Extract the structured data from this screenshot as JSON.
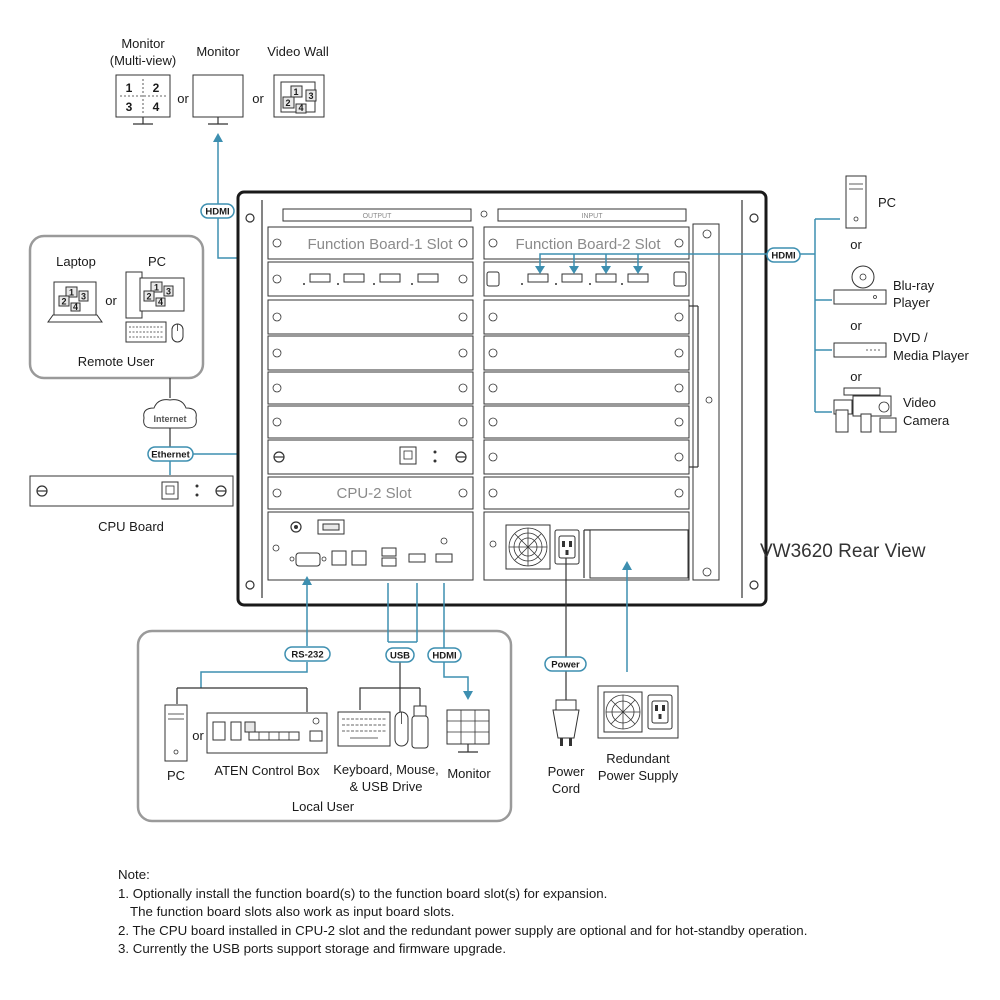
{
  "displays": {
    "multiview_label_1": "Monitor",
    "multiview_label_2": "(Multi-view)",
    "multiview_cells": [
      "1",
      "2",
      "3",
      "4"
    ],
    "monitor_label": "Monitor",
    "videowall_label": "Video Wall",
    "videowall_cells": [
      "1",
      "2",
      "3",
      "4"
    ],
    "or": "or"
  },
  "remote_user": {
    "laptop_label": "Laptop",
    "pc_label": "PC",
    "or": "or",
    "caption": "Remote User",
    "internet_label": "Internet",
    "screen_cells": [
      "1",
      "2",
      "3",
      "4"
    ]
  },
  "cpu_board": {
    "caption": "CPU Board"
  },
  "chassis": {
    "output_header": "OUTPUT",
    "input_header": "INPUT",
    "fb1_label": "Function Board-1 Slot",
    "fb2_label": "Function Board-2 Slot",
    "cpu2_label": "CPU-2 Slot",
    "title": "VW3620 Rear View"
  },
  "sources": {
    "pc": "PC",
    "or1": "or",
    "bluray_1": "Blu-ray",
    "bluray_2": "Player",
    "or2": "or",
    "dvd_1": "DVD /",
    "dvd_2": "Media Player",
    "or3": "or",
    "camera_1": "Video",
    "camera_2": "Camera"
  },
  "connectors": {
    "hdmi_out": "HDMI",
    "hdmi_in": "HDMI",
    "ethernet": "Ethernet",
    "rs232": "RS-232",
    "usb": "USB",
    "hdmi_local": "HDMI",
    "power": "Power"
  },
  "local_user": {
    "pc": "PC",
    "or": "or",
    "control_box": "ATEN Control Box",
    "kbd_1": "Keyboard, Mouse,",
    "kbd_2": "& USB Drive",
    "monitor": "Monitor",
    "caption": "Local User"
  },
  "power": {
    "cord_1": "Power",
    "cord_2": "Cord",
    "rps_1": "Redundant",
    "rps_2": "Power Supply"
  },
  "notes": {
    "heading": "Note:",
    "n1a": "1. Optionally install the function board(s) to the function board slot(s) for expansion.",
    "n1b": "The function board slots also work as input board slots.",
    "n2": "2. The CPU board installed in CPU-2 slot and the redundant power supply are optional and for hot-standby operation.",
    "n3": "3. Currently the USB ports support storage and firmware upgrade."
  },
  "colors": {
    "accent": "#3d8fb0",
    "outline": "#333333"
  }
}
